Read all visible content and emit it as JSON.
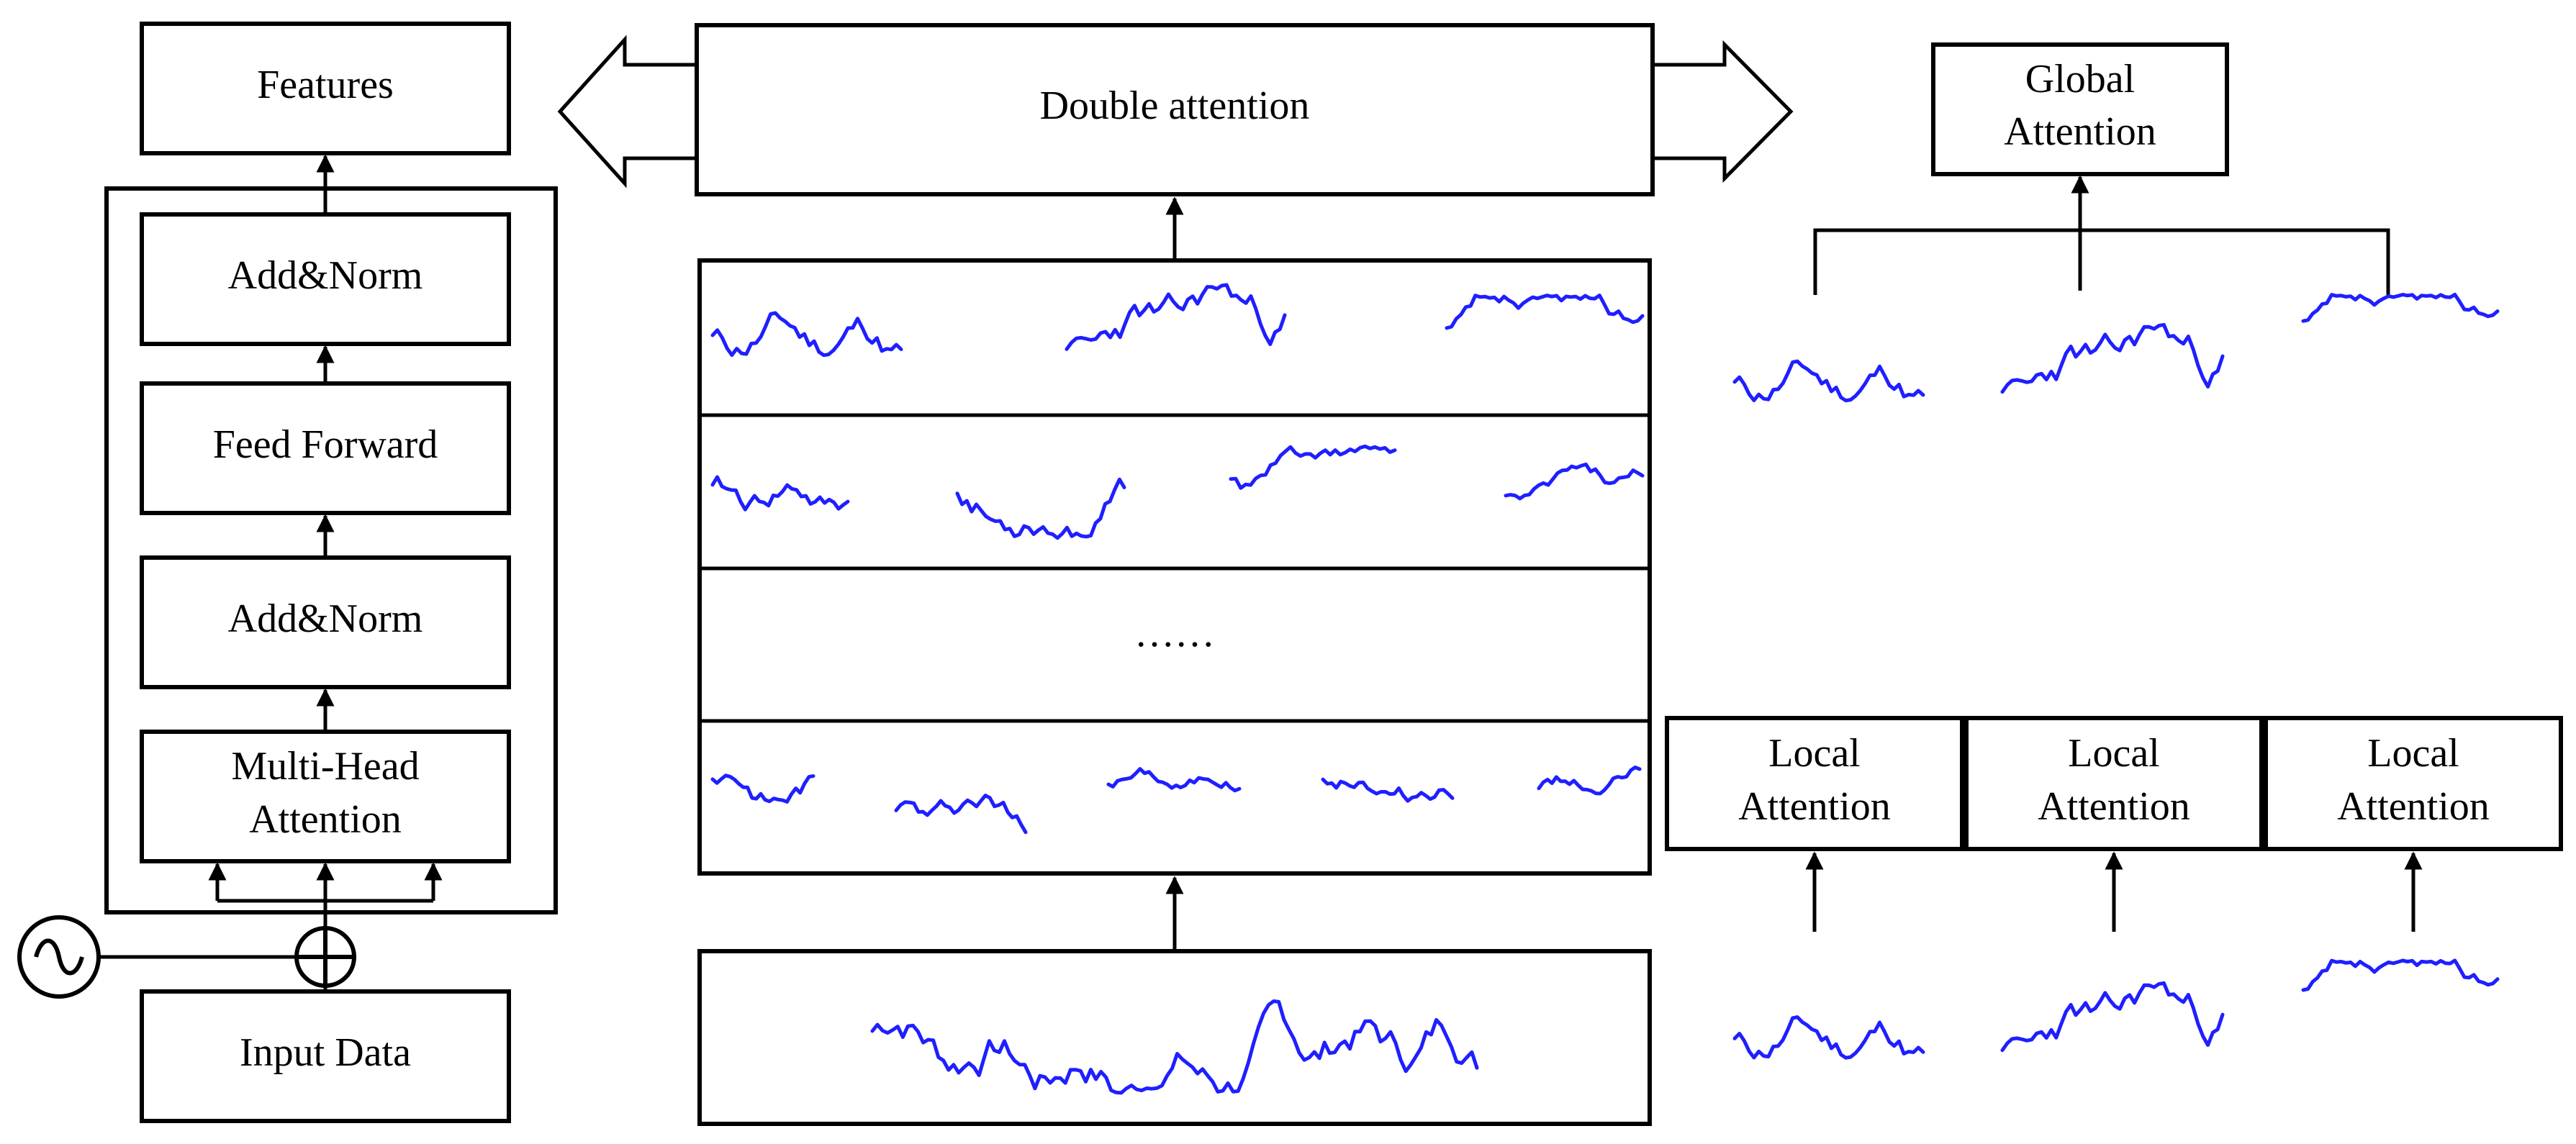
{
  "colors": {
    "signal": "#1f1fff",
    "stroke": "#000000"
  },
  "transformer": {
    "features_label": "Features",
    "add_norm_top_label": "Add&Norm",
    "feed_forward_label": "Feed Forward",
    "add_norm_bottom_label": "Add&Norm",
    "mha_line1": "Multi-Head",
    "mha_line2": "Attention",
    "input_label": "Input Data",
    "positional_icon": "sine-wave-circle-icon",
    "adder_icon": "circled-plus-icon"
  },
  "center": {
    "double_attention_label": "Double attention",
    "ellipsis_label": "……"
  },
  "right": {
    "global_line1": "Global",
    "global_line2": "Attention",
    "local_line1": "Local",
    "local_line2": "Attention"
  }
}
